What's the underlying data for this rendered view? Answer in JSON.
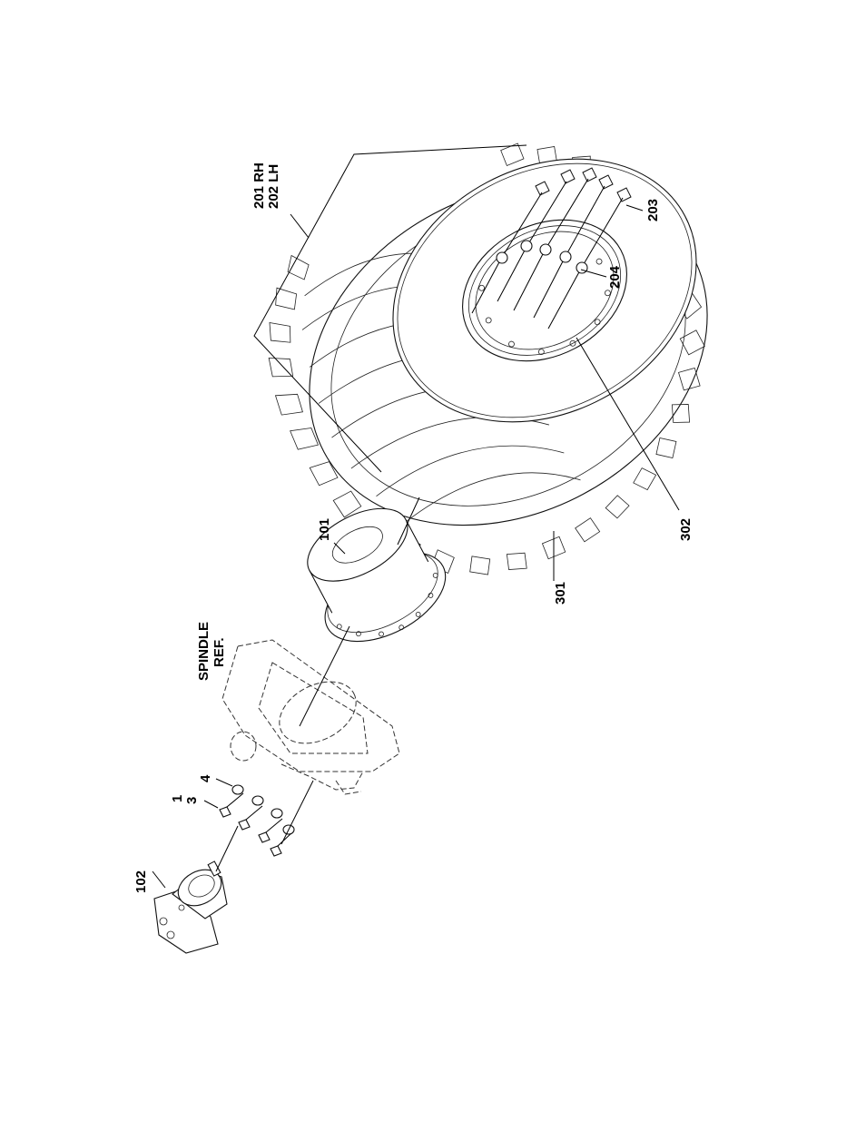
{
  "diagram": {
    "callouts": {
      "wheel_rh": "201 RH",
      "wheel_lh": "202 LH",
      "stud": "203",
      "nut": "204",
      "tire": "301",
      "rim": "302",
      "drive_hub": "101",
      "motor": "102",
      "spindle_line1": "SPINDLE",
      "spindle_line2": "REF.",
      "bolt_a": "1",
      "bolt_b": "3",
      "washer": "4"
    }
  }
}
